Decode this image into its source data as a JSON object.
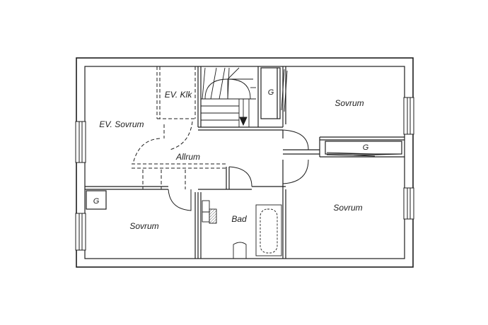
{
  "plan": {
    "rooms": {
      "ev_sovrum": "EV. Sovrum",
      "ev_klk": "EV. Klk",
      "allrum": "Allrum",
      "sovrum_top_right": "Sovrum",
      "sovrum_bottom_left": "Sovrum",
      "bad": "Bad",
      "sovrum_bottom_right": "Sovrum"
    },
    "closets": {
      "stair_side": "G",
      "right_hall": "G",
      "bottom_left": "G"
    },
    "colors": {
      "wall": "#1e1e1e",
      "background": "#ffffff"
    }
  }
}
